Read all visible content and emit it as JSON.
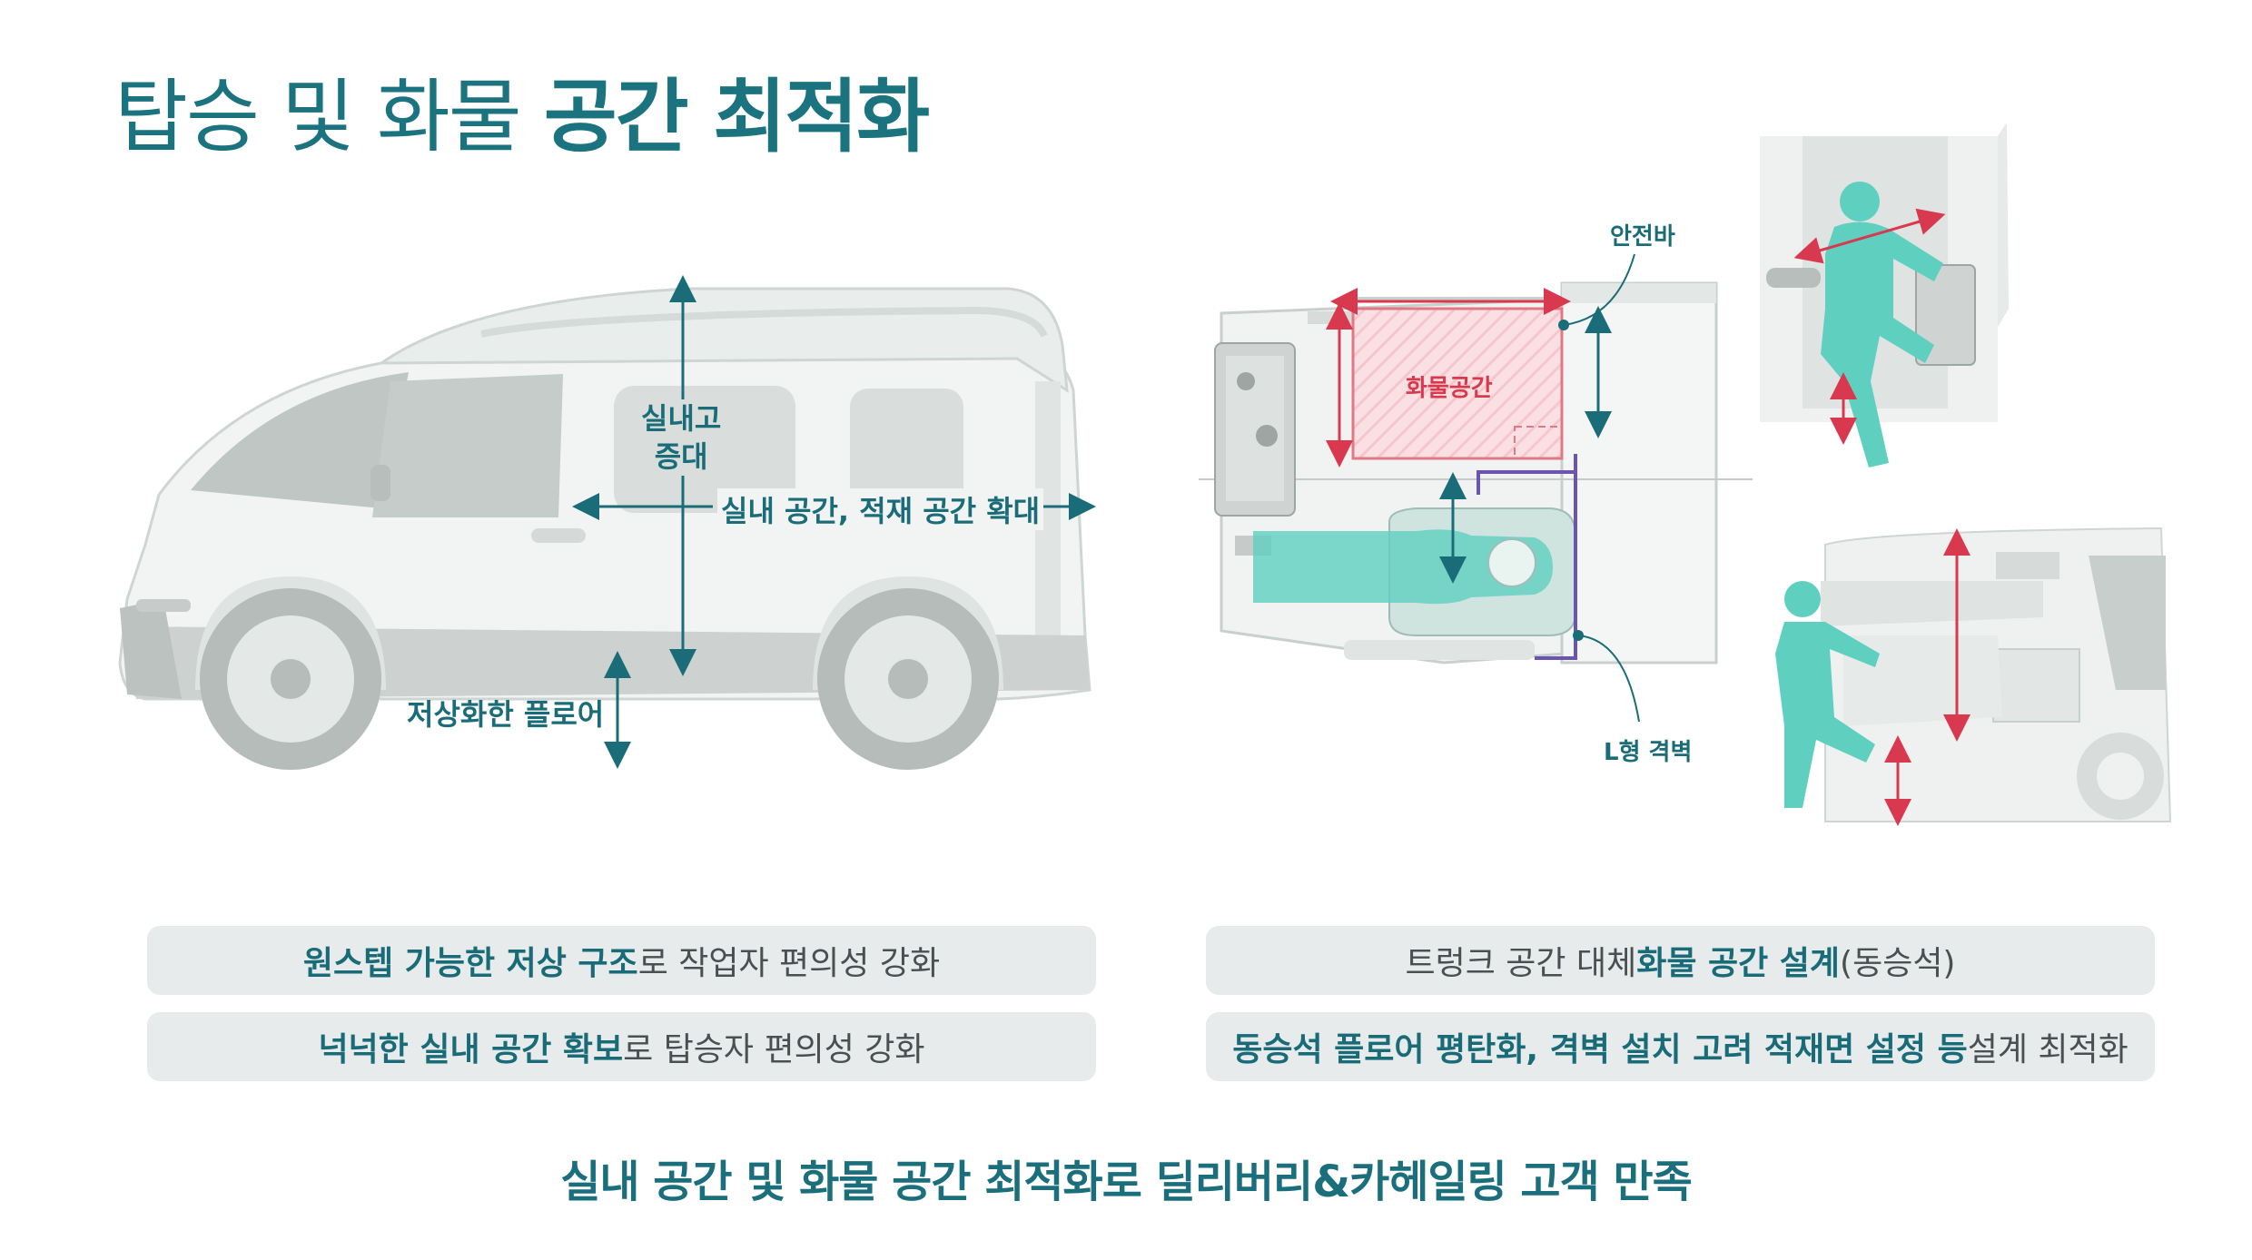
{
  "title": {
    "light": "탑승 및 화물 ",
    "bold": "공간 최적화"
  },
  "van_labels": {
    "height_line1": "실내고",
    "height_line2": "증대",
    "interior": "실내 공간, 적재 공간 확대",
    "floor": "저상화한 플로어"
  },
  "plan_labels": {
    "safety_bar": "안전바",
    "cargo_space": "화물공간",
    "l_partition": "L형 격벽"
  },
  "features": [
    {
      "bold": "원스텝 가능한 저상 구조",
      "rest": "로 작업자 편의성 강화"
    },
    {
      "bold": "넉넉한 실내 공간 확보",
      "rest": "로 탑승자 편의성 강화"
    },
    {
      "pre": "트렁크 공간 대체 ",
      "bold": "화물 공간 설계",
      "rest": "(동승석)"
    },
    {
      "bold": "동승석 플로어 평탄화, 격벽 설치 고려 적재면 설정 등",
      "rest": " 설계 최적화"
    }
  ],
  "bottom_line": "실내 공간 및 화물 공간 최적화로 딜리버리&카헤일링 고객 만족",
  "colors": {
    "teal": "#1b7380",
    "red": "#d9394e",
    "figure": "#5fd0c0",
    "pill": "#e7ebeb"
  }
}
